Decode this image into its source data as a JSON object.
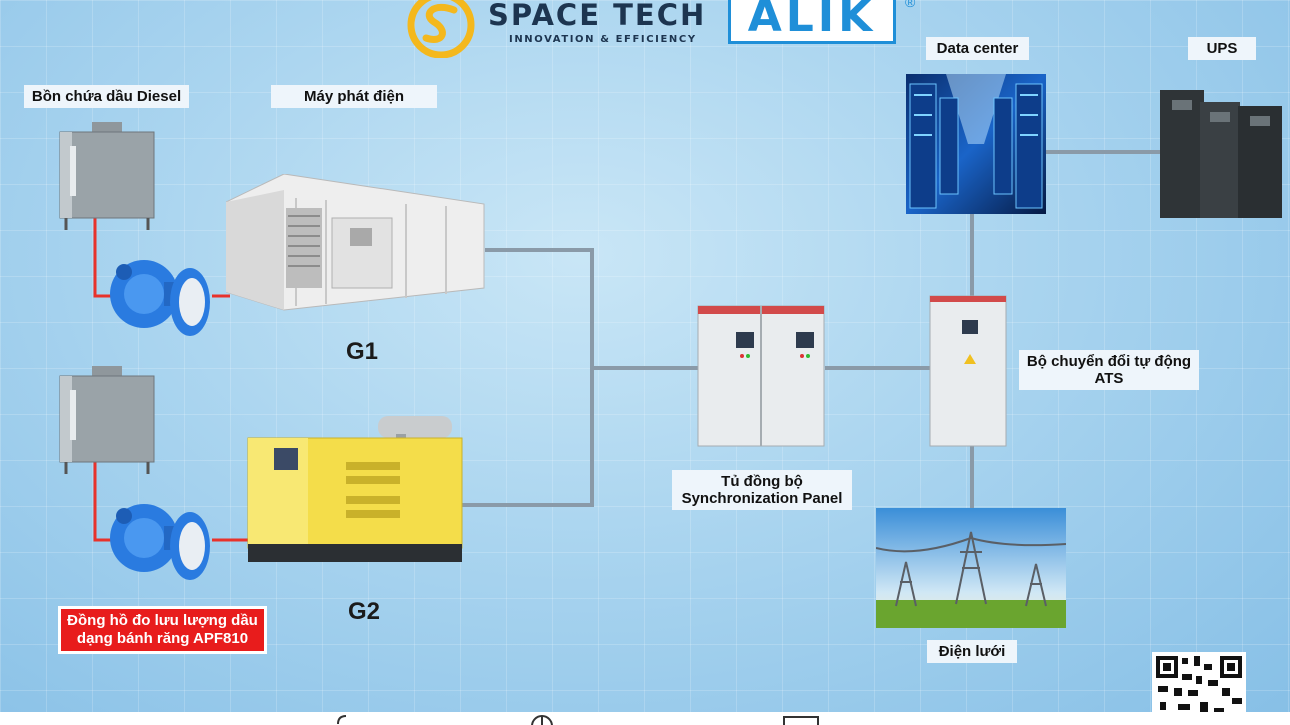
{
  "header": {
    "brand_name": "SPACE TECH",
    "brand_tagline": "INNOVATION & EFFICIENCY",
    "partner_logo": "ALIK",
    "registered_mark": "®",
    "colors": {
      "spacetech_gold": "#f4b81d",
      "alik_blue": "#1f8fd8",
      "dark_text": "#1d3550"
    }
  },
  "labels": {
    "diesel_tank": "Bồn chứa dầu Diesel",
    "generator": "Máy phát điện",
    "g1": "G1",
    "g2": "G2",
    "flow_meter_line1": "Đồng hồ đo lưu lượng dầu",
    "flow_meter_line2": "dạng bánh răng APF810",
    "sync_panel_line1": "Tủ đồng bộ",
    "sync_panel_line2": "Synchronization Panel",
    "ats_line1": "Bộ chuyển đổi tự động",
    "ats_line2": "ATS",
    "data_center": "Data center",
    "ups": "UPS",
    "grid_power": "Điện lưới"
  },
  "icons": {
    "bottom_icons": [
      "phone-icon",
      "globe-icon",
      "mail-icon"
    ],
    "qr": "qr-code"
  },
  "colors": {
    "fuel_line": "#e8322b",
    "power_line": "#8a9aa8",
    "label_bg": "#eef5fb",
    "warning_red": "#e81c1c"
  }
}
